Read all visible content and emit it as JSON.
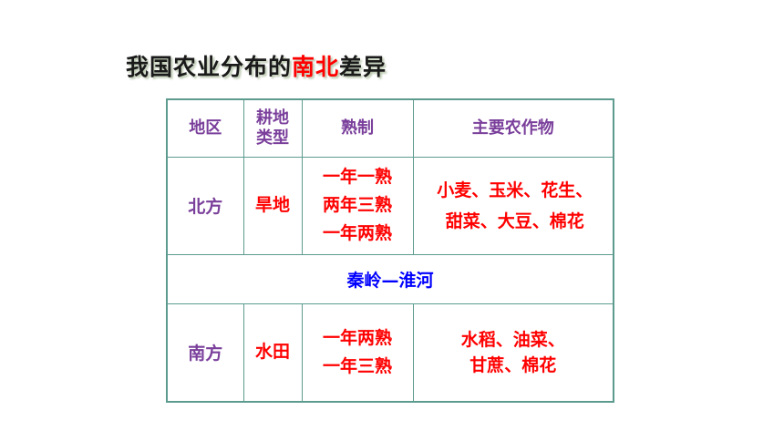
{
  "title": {
    "prefix": "我国农业分布的",
    "highlight": "南北",
    "suffix": "差异"
  },
  "table": {
    "headers": {
      "region": "地区",
      "land_type_line1": "耕地",
      "land_type_line2": "类型",
      "cropping": "熟制",
      "crops": "主要农作物"
    },
    "north": {
      "region": "北方",
      "land_type": "旱地",
      "cropping": [
        "一年一熟",
        "两年三熟",
        "一年两熟"
      ],
      "crops": [
        "小麦、玉米、花生、",
        "甜菜、大豆、棉花"
      ]
    },
    "divider": "秦岭—淮河",
    "south": {
      "region": "南方",
      "land_type": "水田",
      "cropping": [
        "一年两熟",
        "一年三熟"
      ],
      "crops": [
        "水稻、油菜、",
        "甘蔗、棉花"
      ]
    }
  },
  "colors": {
    "header_text": "#7a3f9b",
    "emphasis_text": "#ff0000",
    "divider_text": "#0000ff",
    "border": "#5d9b8f"
  }
}
